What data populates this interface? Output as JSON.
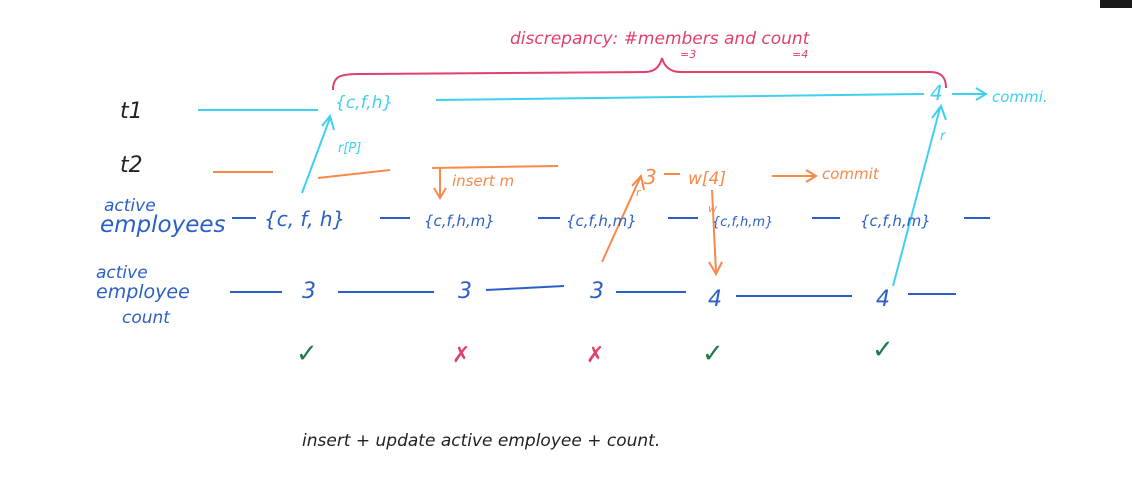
{
  "discrepancy": {
    "title": "discrepancy: #members and count",
    "members_value": "=3",
    "count_value": "=4"
  },
  "rows": {
    "t1_label": "t1",
    "t2_label": "t2",
    "employees_label_1": "active",
    "employees_label_2": "employees",
    "count_label_1": "active",
    "count_label_2": "employee",
    "count_label_3": "count"
  },
  "t1": {
    "read_set": "{c,f,h}",
    "commit_value": "4",
    "commit_label": "commi."
  },
  "t2": {
    "read_label": "r[P]",
    "insert_label": "insert m",
    "read_count": "3",
    "write_label": "w[4]",
    "commit_label": "commit",
    "r_mark": "r",
    "w_mark": "w"
  },
  "t1_r_mark": "r",
  "employees_states": [
    "{c, f, h}",
    "{c,f,h,m}",
    "{c,f,h,m}",
    "{c,f,h,m}",
    "{c,f,h,m}"
  ],
  "count_states": [
    "3",
    "3",
    "3",
    "4",
    "4"
  ],
  "status_marks": [
    "✓",
    "✗",
    "✗",
    "✓",
    "✓"
  ],
  "caption": "insert + update active employee + count.",
  "colors": {
    "red": "#e0406a",
    "cyan": "#3fd0f0",
    "orange": "#f58a4a",
    "blue": "#2a5fc8",
    "green": "#1f7a4a"
  }
}
